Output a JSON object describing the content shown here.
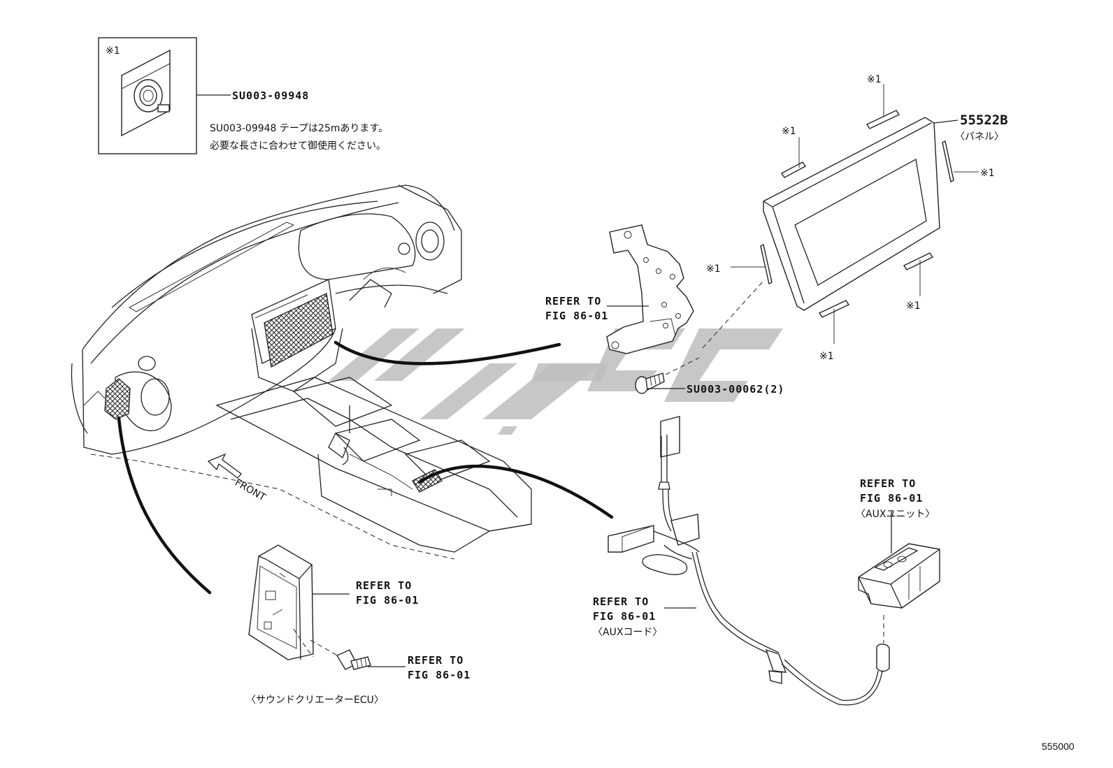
{
  "tape_box": {
    "mark": "※1",
    "part_number": "SU003-09948",
    "note_line1": "SU003-09948 テープは25mあります。",
    "note_line2": "必要な長さに合わせて御使用ください。"
  },
  "panel": {
    "part_number": "55522B",
    "name": "〈パネル〉",
    "tape_marks": [
      "※1",
      "※1",
      "※1",
      "※1",
      "※1",
      "※1"
    ]
  },
  "bracket": {
    "refer_line1": "REFER TO",
    "refer_line2": "FIG 86-01"
  },
  "screw": {
    "part_number": "SU003-00062(2)"
  },
  "direction": {
    "front_label": "FRONT"
  },
  "ecu": {
    "refer_line1": "REFER TO",
    "refer_line2": "FIG 86-01",
    "name": "〈サウンドクリエーターECU〉"
  },
  "bolt": {
    "refer_line1": "REFER TO",
    "refer_line2": "FIG 86-01"
  },
  "aux_cord": {
    "refer_line1": "REFER TO",
    "refer_line2": "FIG 86-01",
    "name": "〈AUXコード〉"
  },
  "aux_unit": {
    "refer_line1": "REFER TO",
    "refer_line2": "FIG 86-01",
    "name": "〈AUXユニット〉"
  },
  "diagram_id": "555000"
}
